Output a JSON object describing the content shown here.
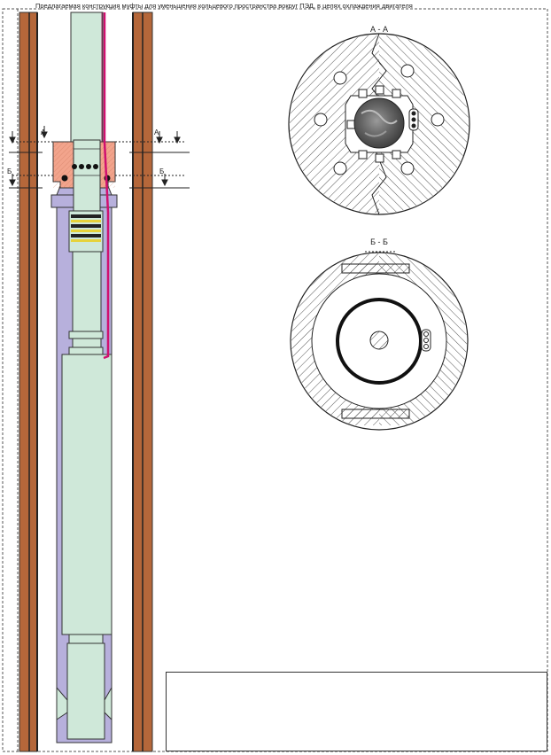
{
  "caption": "Предлагаемая конструкция муфты для уменьшения кольцевого пространства вокруг ПЭД, в целях охлаждения двигателя",
  "section_aa": {
    "label": "А - А"
  },
  "section_bb": {
    "label": "Б - Б"
  },
  "markers": {
    "a_left": "А",
    "a_right": "А",
    "b_left": "Б",
    "b_right": "Б"
  },
  "colors": {
    "casing_wall": "#b5673a",
    "motor_body": "#cfe8d9",
    "shroud": "#b7b0dc",
    "coupling": "#f2a48c",
    "cable": "#d01070",
    "hatch": "#555555"
  }
}
